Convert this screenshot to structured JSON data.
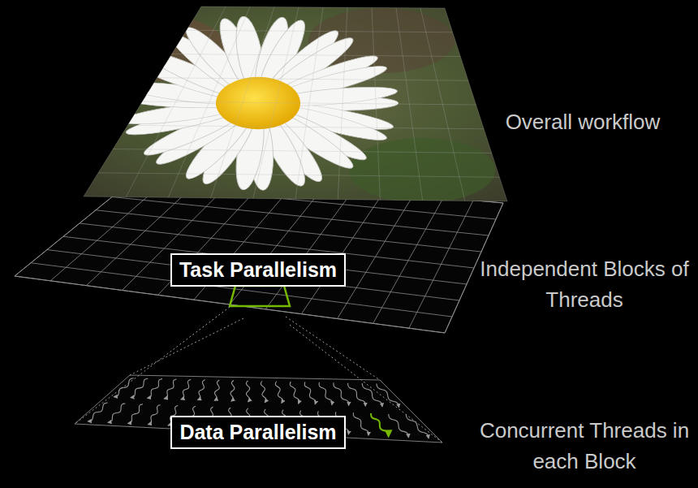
{
  "diagram": {
    "nodes": [
      {
        "text": [
          "Task Parallelism"
        ]
      },
      {
        "text": [
          "Data Parallelism"
        ]
      }
    ],
    "labels": [
      "Overall workflow",
      "Independent Blocks of Threads",
      "Concurrent Threads in each Block"
    ]
  }
}
